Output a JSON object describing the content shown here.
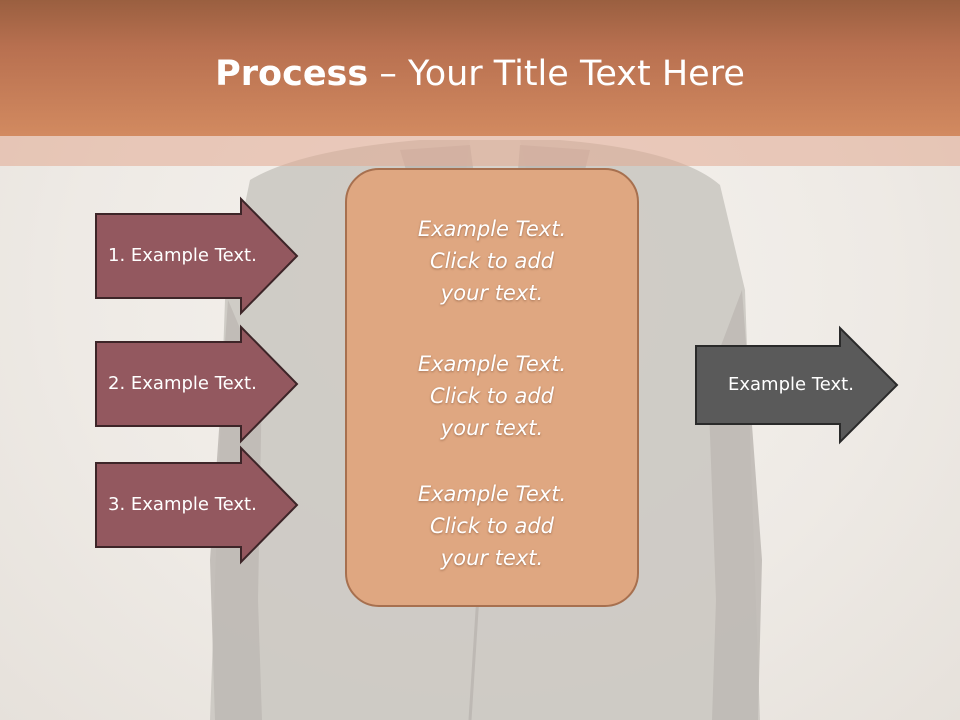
{
  "title": {
    "bold": "Process",
    "rest": " – Your Title Text Here"
  },
  "left_arrows": [
    {
      "label": "1. Example Text."
    },
    {
      "label": "2. Example Text."
    },
    {
      "label": "3. Example Text."
    }
  ],
  "center_blocks": [
    {
      "line1": "Example Text.",
      "line2": "Click  to add",
      "line3": "your text."
    },
    {
      "line1": "Example Text.",
      "line2": "Click  to add",
      "line3": "your text."
    },
    {
      "line1": "Example Text.",
      "line2": "Click  to add",
      "line3": "your text."
    }
  ],
  "right_arrow": {
    "label": "Example Text."
  },
  "colors": {
    "title_bar": "#c47a55",
    "left_arrow_fill": "#93585f",
    "center_box_fill": "#dfa781",
    "right_arrow_fill": "#5a5a5a"
  }
}
